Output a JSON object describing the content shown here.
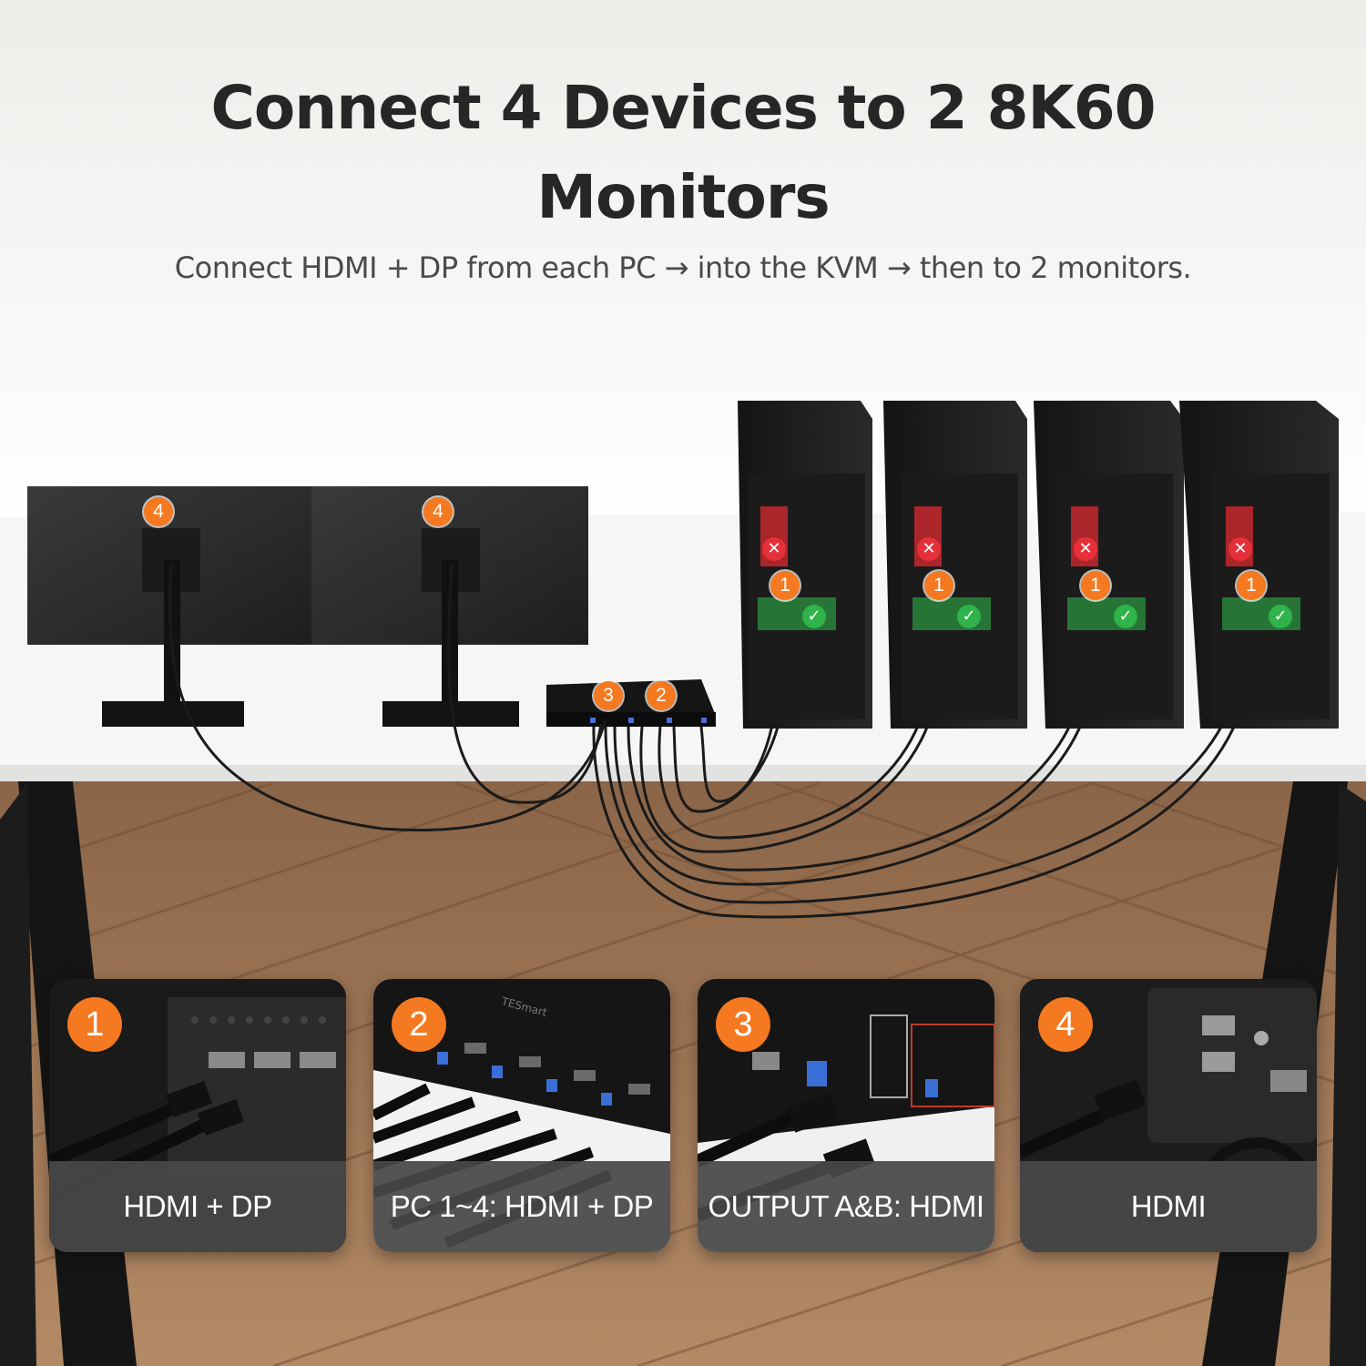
{
  "headline": {
    "line1": "Connect 4 Devices to 2 8K60",
    "line2": "Monitors"
  },
  "subheadline": "Connect HDMI + DP from each PC → into the KVM → then to 2 monitors.",
  "diagram_badges": {
    "monitor_left": "4",
    "monitor_right": "4",
    "kvm_output": "3",
    "kvm_input": "2",
    "pc_1": "1",
    "pc_2": "1",
    "pc_3": "1",
    "pc_4": "1"
  },
  "status_marks": {
    "wrong_port": "✕",
    "correct_port": "✓"
  },
  "steps": [
    {
      "number": "1",
      "label": "HDMI + DP"
    },
    {
      "number": "2",
      "label": "PC 1~4: HDMI + DP"
    },
    {
      "number": "3",
      "label": "OUTPUT A&B: HDMI"
    },
    {
      "number": "4",
      "label": "HDMI"
    }
  ],
  "kvm_brand": "TESmart",
  "colors": {
    "accent": "#f47920",
    "ok": "#2fb34a",
    "no": "#e5303a"
  }
}
